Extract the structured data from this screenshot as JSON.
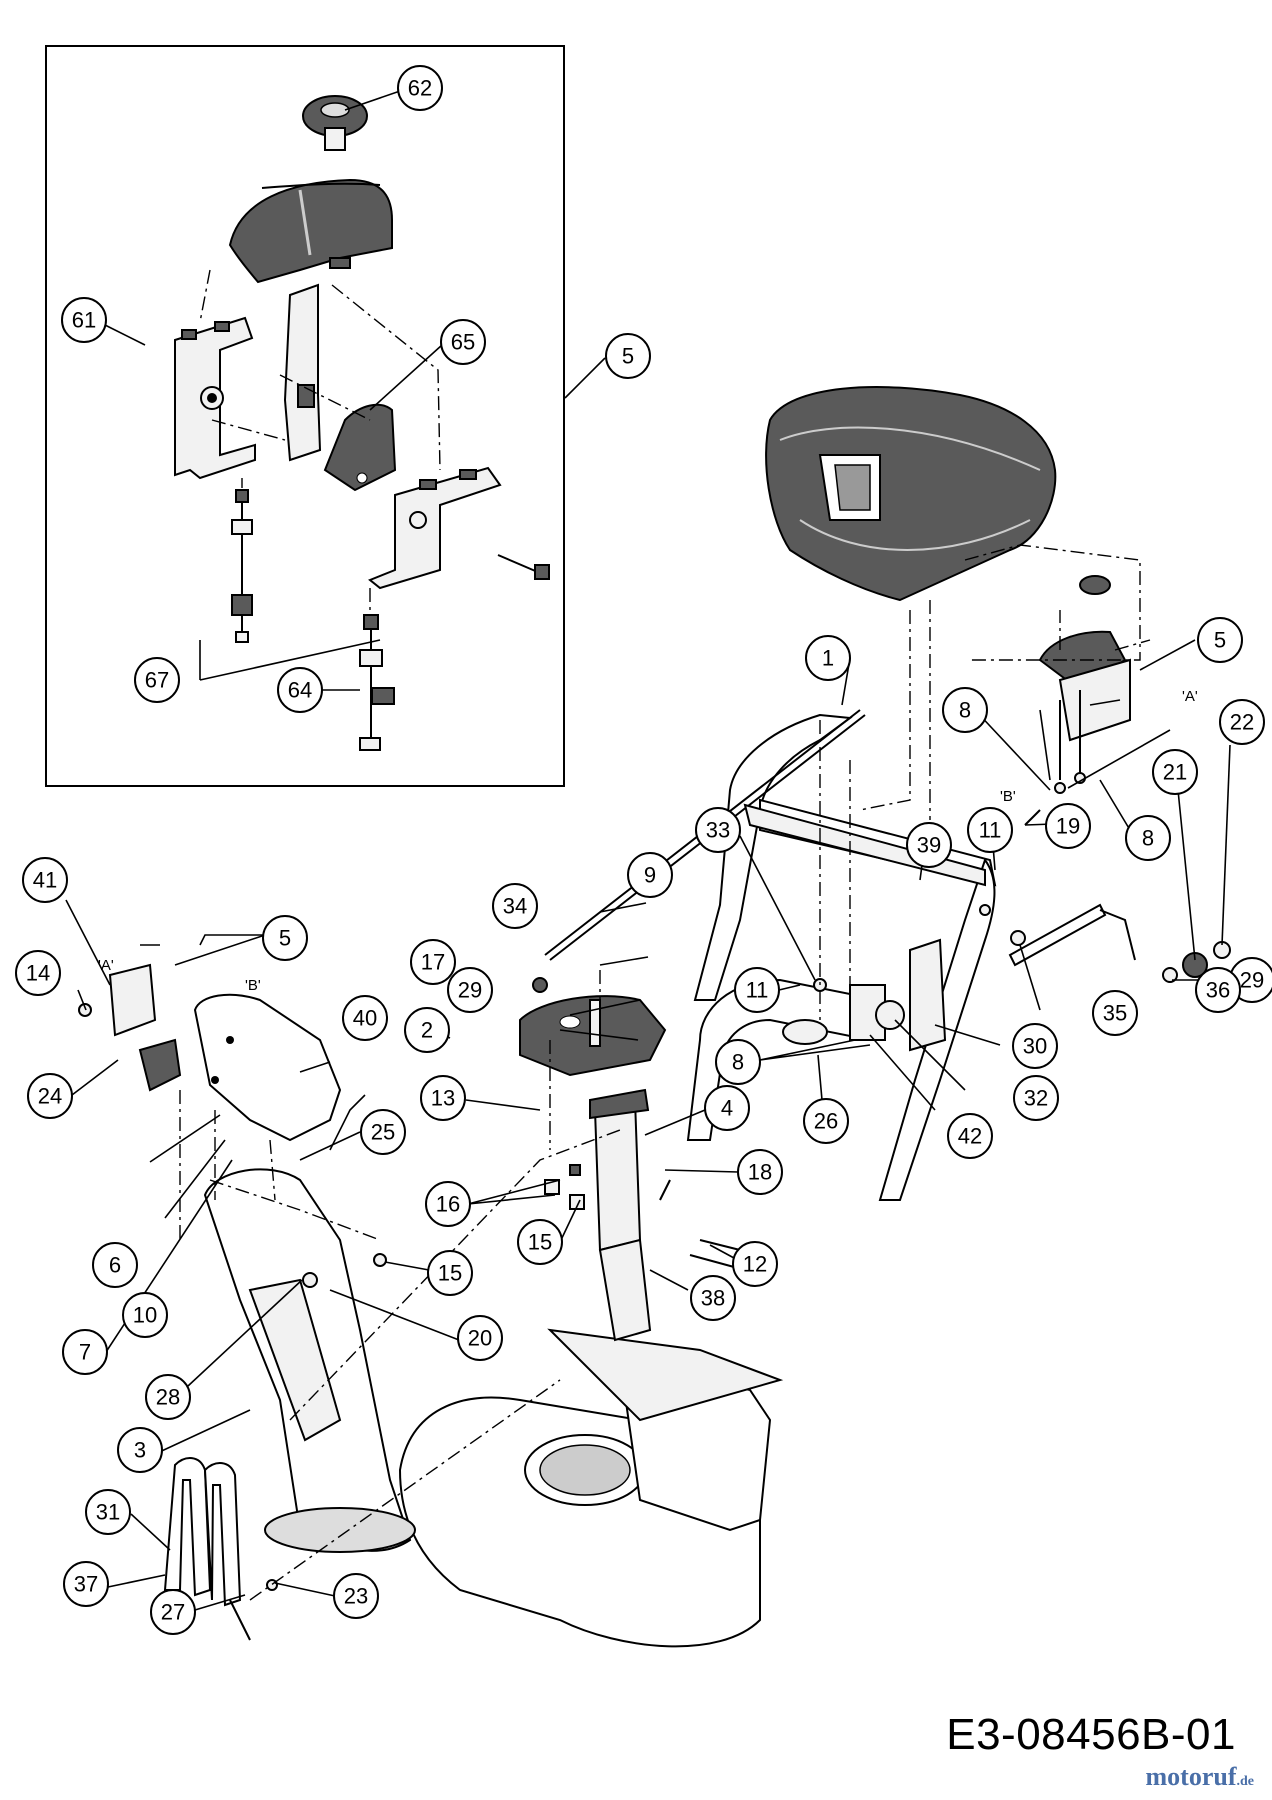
{
  "drawing_number": "E3-08456B-01",
  "watermark": {
    "text": "motoruf",
    "suffix": ".de"
  },
  "marker_labels": {
    "a": "'A'",
    "b": "'B'"
  },
  "callouts": {
    "c1": "1",
    "c2": "2",
    "c3": "3",
    "c4": "4",
    "c5_inset": "5",
    "c5_right": "5",
    "c5_left": "5",
    "c6": "6",
    "c7": "7",
    "c8_a": "8",
    "c8_b": "8",
    "c8_c": "8",
    "c9": "9",
    "c10": "10",
    "c11_a": "11",
    "c11_b": "11",
    "c12": "12",
    "c13": "13",
    "c14": "14",
    "c15_a": "15",
    "c15_b": "15",
    "c16": "16",
    "c17": "17",
    "c18": "18",
    "c19": "19",
    "c20": "20",
    "c21": "21",
    "c22": "22",
    "c23": "23",
    "c24": "24",
    "c25": "25",
    "c26": "26",
    "c27": "27",
    "c28": "28",
    "c29_a": "29",
    "c29_b": "29",
    "c30": "30",
    "c31": "31",
    "c32": "32",
    "c33": "33",
    "c34": "34",
    "c35": "35",
    "c36": "36",
    "c37": "37",
    "c38": "38",
    "c39": "39",
    "c40": "40",
    "c41": "41",
    "c42": "42",
    "c61": "61",
    "c62": "62",
    "c64": "64",
    "c65": "65",
    "c67": "67"
  }
}
